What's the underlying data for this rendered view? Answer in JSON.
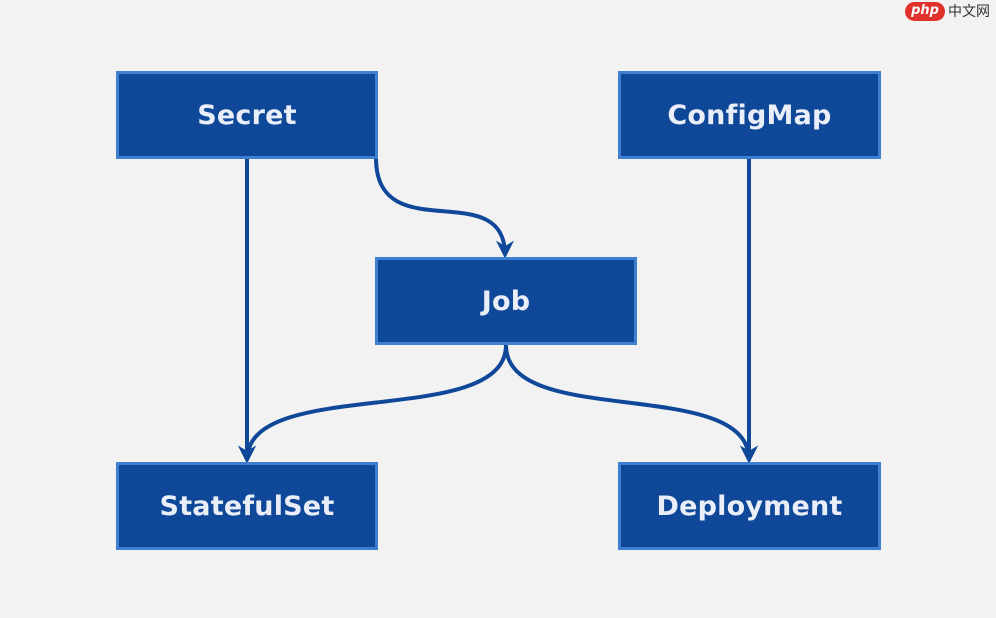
{
  "watermark": {
    "brand": "php",
    "site": "中文网"
  },
  "nodes": {
    "secret": "Secret",
    "configmap": "ConfigMap",
    "job": "Job",
    "statefulset": "StatefulSet",
    "deployment": "Deployment"
  },
  "edges": [
    {
      "from": "secret",
      "to": "job"
    },
    {
      "from": "secret",
      "to": "statefulset"
    },
    {
      "from": "configmap",
      "to": "deployment"
    },
    {
      "from": "job",
      "to": "statefulset"
    },
    {
      "from": "job",
      "to": "deployment"
    }
  ],
  "colors": {
    "background": "#f2f2f2",
    "node_fill": "#0f4799",
    "node_border": "#3f7fd0",
    "node_text": "#e9eef8",
    "edge": "#0f4799"
  }
}
